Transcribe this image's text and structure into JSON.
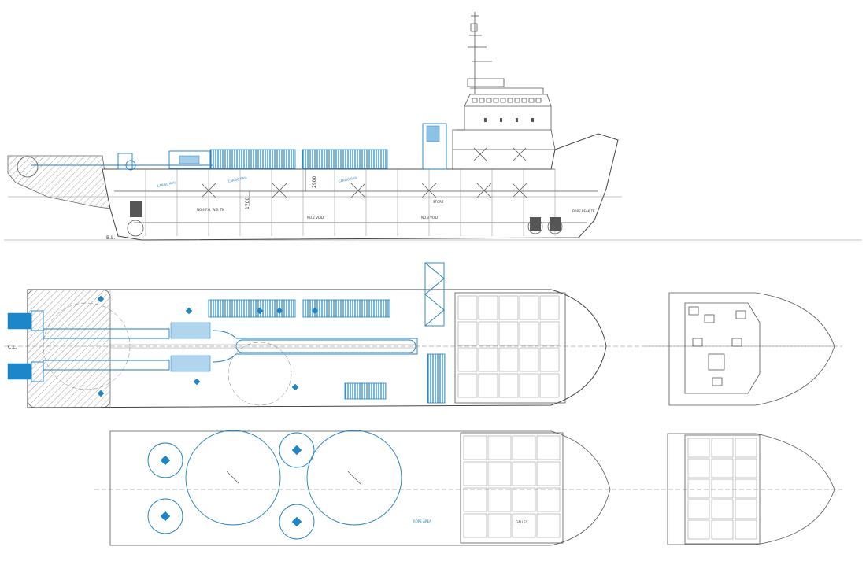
{
  "drawing": {
    "profile_labels": {
      "baseline": "B.L.",
      "dim_2900": "2900",
      "dim_1700": "1700",
      "fuel_oil_tank": "NO.4 F.O. W.B. TK",
      "cargo_tank_1": "NO.2 VOID",
      "cargo_tank_2": "NO.3 VOID",
      "fore_peak": "FORE PEAK TK",
      "store": "STORE"
    },
    "deck_labels": {
      "centerline": "C.L.",
      "rope_area": "ROPE AREA",
      "galley": "GALLEY"
    }
  }
}
